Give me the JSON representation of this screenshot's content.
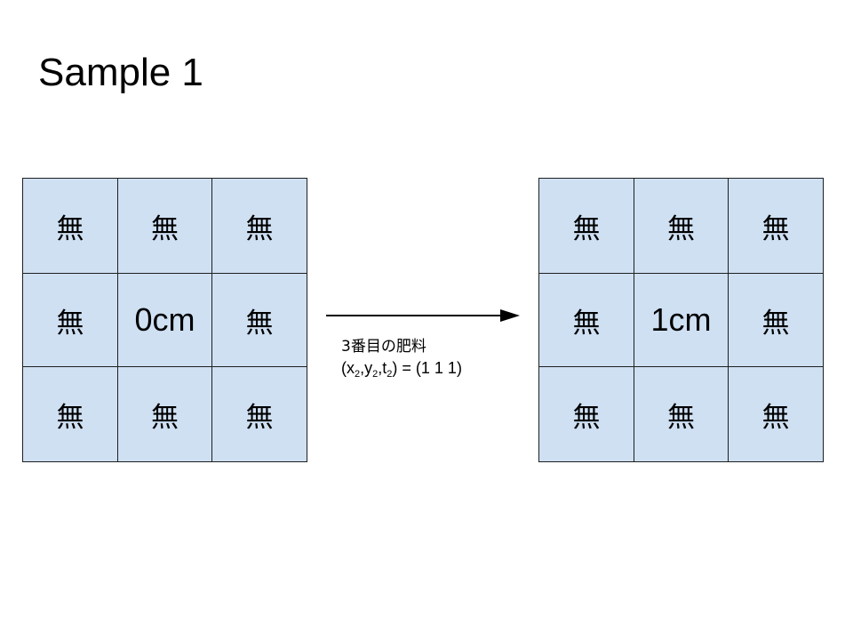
{
  "title": "Sample 1",
  "left_grid": {
    "cells": [
      "無",
      "無",
      "無",
      "無",
      "0cm",
      "無",
      "無",
      "無",
      "無"
    ]
  },
  "right_grid": {
    "cells": [
      "無",
      "無",
      "無",
      "無",
      "1cm",
      "無",
      "無",
      "無",
      "無"
    ]
  },
  "transition": {
    "line1": "3番目の肥料",
    "open": "(x",
    "sub_x": "2",
    "comma_y": ",y",
    "sub_y": "2",
    "comma_t": ",t",
    "sub_t": "2",
    "rest": ") = (1 1 1)"
  },
  "colors": {
    "cell_fill": "#cfe0f3",
    "cell_border": "#1f1f1f",
    "arrow": "#000000"
  }
}
